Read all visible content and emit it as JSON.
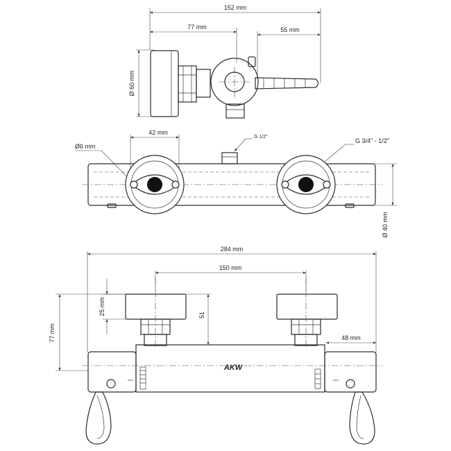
{
  "dimensions": {
    "top_overall": "152 mm",
    "top_left_offset": "77 mm",
    "top_lever": "55 mm",
    "top_diameter": "Ø 60 mm",
    "mid_spacing": "42 mm",
    "mid_hole": "Ø6 mm",
    "mid_thread_small": "G 1/2\"",
    "mid_thread_large": "G 3/4\" - 1/2\"",
    "mid_diameter": "Ø 40 mm",
    "front_overall": "284 mm",
    "front_center": "150 mm",
    "front_height_25": "25 mm",
    "front_height_51": "51",
    "front_height_77": "77 mm",
    "front_end": "48 mm"
  },
  "brand": {
    "logo_text": "AKW"
  },
  "colors": {
    "line": "#2a2a2a",
    "fill_dark": "#111111",
    "background": "#ffffff"
  }
}
